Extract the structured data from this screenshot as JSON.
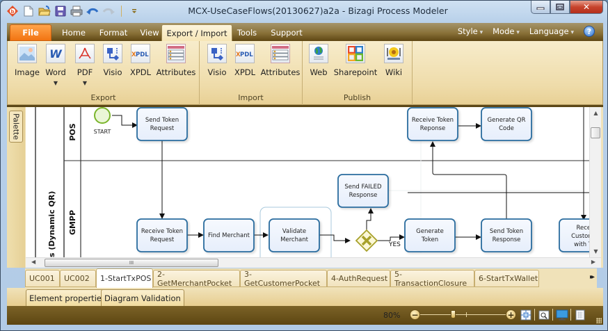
{
  "window": {
    "title": "MCX-UseCaseFlows(20130627)a2a - Bizagi Process Modeler",
    "controls": {
      "minimize": "minimize",
      "maximize": "maximize",
      "close": "close"
    }
  },
  "quick_access_toolbar": {
    "icons": [
      "bizagi-logo-icon",
      "new-document-icon",
      "open-folder-icon",
      "save-icon",
      "print-icon",
      "undo-icon",
      "redo-icon",
      "customize-toolbar-icon"
    ]
  },
  "ribbon_tabs": {
    "file": "File",
    "items": [
      "Home",
      "Format",
      "View",
      "Export / Import",
      "Tools",
      "Support"
    ],
    "active": "Export / Import",
    "right": [
      "Style",
      "Mode",
      "Language"
    ],
    "help": "?"
  },
  "ribbon": {
    "groups": [
      {
        "label": "Export",
        "buttons": [
          {
            "label": "Image",
            "icon": "image-icon"
          },
          {
            "label": "Word",
            "icon": "word-icon",
            "dropdown": true
          },
          {
            "label": "PDF",
            "icon": "pdf-icon",
            "dropdown": true
          },
          {
            "label": "Visio",
            "icon": "visio-icon"
          },
          {
            "label": "XPDL",
            "icon": "xpdl-icon"
          },
          {
            "label": "Attributes",
            "icon": "attributes-icon"
          }
        ]
      },
      {
        "label": "Import",
        "buttons": [
          {
            "label": "Visio",
            "icon": "visio-icon"
          },
          {
            "label": "XPDL",
            "icon": "xpdl-icon"
          },
          {
            "label": "Attributes",
            "icon": "attributes-icon"
          }
        ]
      },
      {
        "label": "Publish",
        "buttons": [
          {
            "label": "Web",
            "icon": "web-icon"
          },
          {
            "label": "Sharepoint",
            "icon": "sharepoint-icon"
          },
          {
            "label": "Wiki",
            "icon": "wiki-icon"
          }
        ]
      }
    ],
    "xpdl_text": "XPDL"
  },
  "palette": {
    "label": "Palette"
  },
  "diagram": {
    "pool_label": "s (Dynamic QR)",
    "lanes": [
      "POS",
      "GMPP"
    ],
    "start_event": "START",
    "tasks": {
      "send_token_request": [
        "Send Token",
        "Request"
      ],
      "receive_token_reponse": [
        "Receive Token",
        "Reponse"
      ],
      "generate_qr_code": [
        "Generate QR",
        "Code"
      ],
      "receive_token_request": [
        "Receive Token",
        "Request"
      ],
      "find_merchant": [
        "Find Merchant"
      ],
      "validate_merchant": [
        "Validate",
        "Merchant"
      ],
      "send_failed_response": [
        "Send FAILED",
        "Response"
      ],
      "generate_token": [
        "Generate",
        "Token"
      ],
      "send_token_response": [
        "Send Token",
        "Response"
      ],
      "receive_customer": [
        "Recei",
        "Custome",
        "with To"
      ]
    },
    "gateway_yes_label": "YES"
  },
  "scrollbar": {
    "grip": "III"
  },
  "diagram_tabs": {
    "items": [
      "UC001",
      "UC002",
      "1-StartTxPOS",
      "2-GetMerchantPocket",
      "3-GetCustomerPocket",
      "4-AuthRequest",
      "5-TransactionClosure",
      "6-StartTxWallet"
    ],
    "active": "1-StartTxPOS",
    "more": "▸▸"
  },
  "panel_tabs": [
    "Element properties",
    "Diagram Validation"
  ],
  "statusbar": {
    "zoom_label": "80%",
    "zoom_percent": 80,
    "minus": "−",
    "plus": "+",
    "icons": [
      "fit-to-page-icon",
      "zoom-window-icon",
      "presentation-icon",
      "page-layout-icon"
    ]
  }
}
